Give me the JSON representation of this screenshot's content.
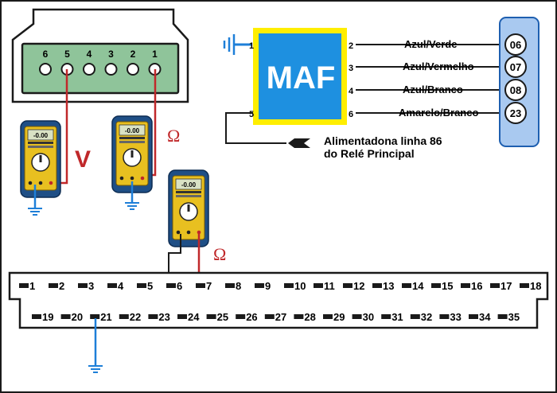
{
  "connector_pins": [
    "6",
    "5",
    "4",
    "3",
    "2",
    "1"
  ],
  "maf": {
    "label": "MAF",
    "left_pins": [
      "1",
      "5"
    ],
    "right_pins": [
      "2",
      "3",
      "4",
      "6"
    ]
  },
  "wires": [
    {
      "label": "Azul/Verde",
      "terminal": "06"
    },
    {
      "label": "Azul/Vermelho",
      "terminal": "07"
    },
    {
      "label": "Azul/Branco",
      "terminal": "08"
    },
    {
      "label": "Amarelo/Branco",
      "terminal": "23"
    }
  ],
  "supply_note": {
    "line1": "Alimentadona linha 86",
    "line2": "do Relé Principal"
  },
  "meters": {
    "display_value": "-0.00",
    "voltage_symbol": "V",
    "ohm_symbol": "Ω"
  },
  "ecu_pins": {
    "top": [
      "1",
      "2",
      "3",
      "4",
      "5",
      "6",
      "7",
      "8",
      "9",
      "10",
      "11",
      "12",
      "13",
      "14",
      "15",
      "16",
      "17",
      "18"
    ],
    "bottom": [
      "19",
      "20",
      "21",
      "22",
      "23",
      "24",
      "25",
      "26",
      "27",
      "28",
      "29",
      "30",
      "31",
      "32",
      "33",
      "34",
      "35"
    ]
  },
  "colors": {
    "maf_blue": "#1e90e0",
    "pin_yellow": "#ffee00",
    "wire_red": "#c0282a",
    "ground_blue": "#1e7fd8",
    "connector_fill": "#8fc49a",
    "meter_blue": "#1f4f86",
    "meter_yellow": "#e8c020",
    "terminal_strip": "#a9c9f0"
  }
}
